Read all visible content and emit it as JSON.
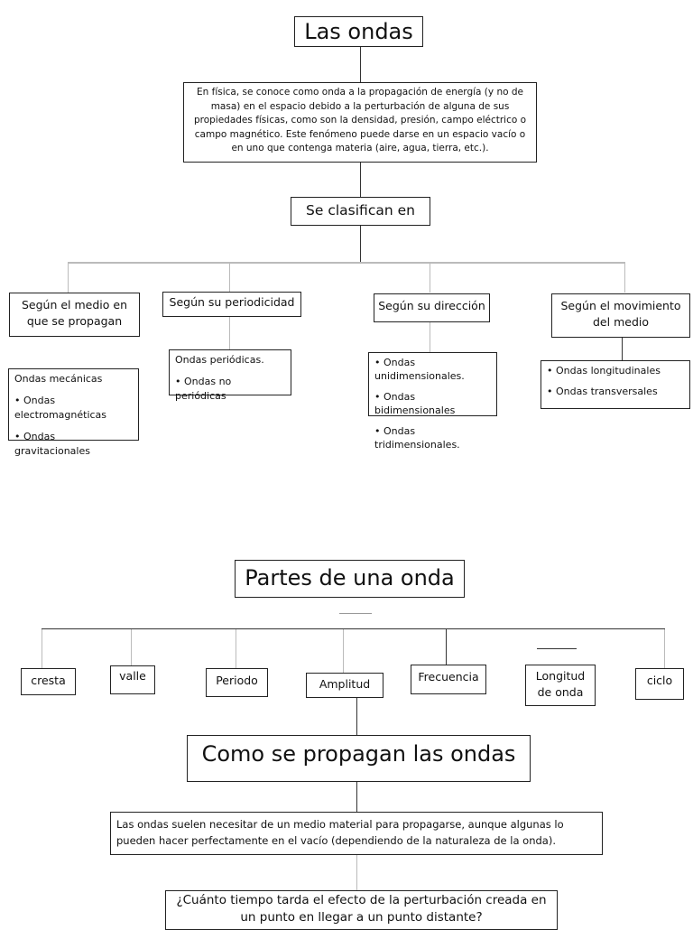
{
  "diagram1": {
    "title": "Las ondas",
    "definition": "En física, se conoce como onda a la propagación de energía (y no de masa) en el espacio debido a la perturbación de alguna de sus propiedades físicas, como son la densidad, presión, campo eléctrico o campo magnético. Este fenómeno puede darse en un espacio vacío o en uno que contenga materia (aire, agua, tierra, etc.).",
    "classify_label": "Se clasifican en",
    "categories": [
      {
        "label": "Según el medio en que se propagan",
        "items": [
          "Ondas mecánicas",
          "• Ondas electromagnéticas",
          "• Ondas gravitacionales"
        ]
      },
      {
        "label": "Según su periodicidad",
        "items": [
          "Ondas periódicas.",
          "• Ondas no periódicas"
        ]
      },
      {
        "label": "Según su dirección",
        "items": [
          "• Ondas unidimensionales.",
          "• Ondas bidimensionales",
          "• Ondas tridimensionales."
        ]
      },
      {
        "label": "Según el movimiento del medio",
        "items": [
          "• Ondas longitudinales",
          "• Ondas transversales"
        ]
      }
    ]
  },
  "diagram2": {
    "title": "Partes de una onda",
    "parts": [
      "cresta",
      "valle",
      "Periodo",
      "Amplitud",
      "Frecuencia",
      "Longitud de onda",
      "ciclo"
    ],
    "propagation_title": "Como se propagan las ondas",
    "propagation_text": "Las ondas suelen necesitar de un medio material para propagarse, aunque algunas lo pueden hacer perfectamente en el vacío (dependiendo de la naturaleza de la onda).",
    "question": "¿Cuánto tiempo tarda el efecto de la perturbación creada en un punto en llegar a un punto distante?"
  }
}
